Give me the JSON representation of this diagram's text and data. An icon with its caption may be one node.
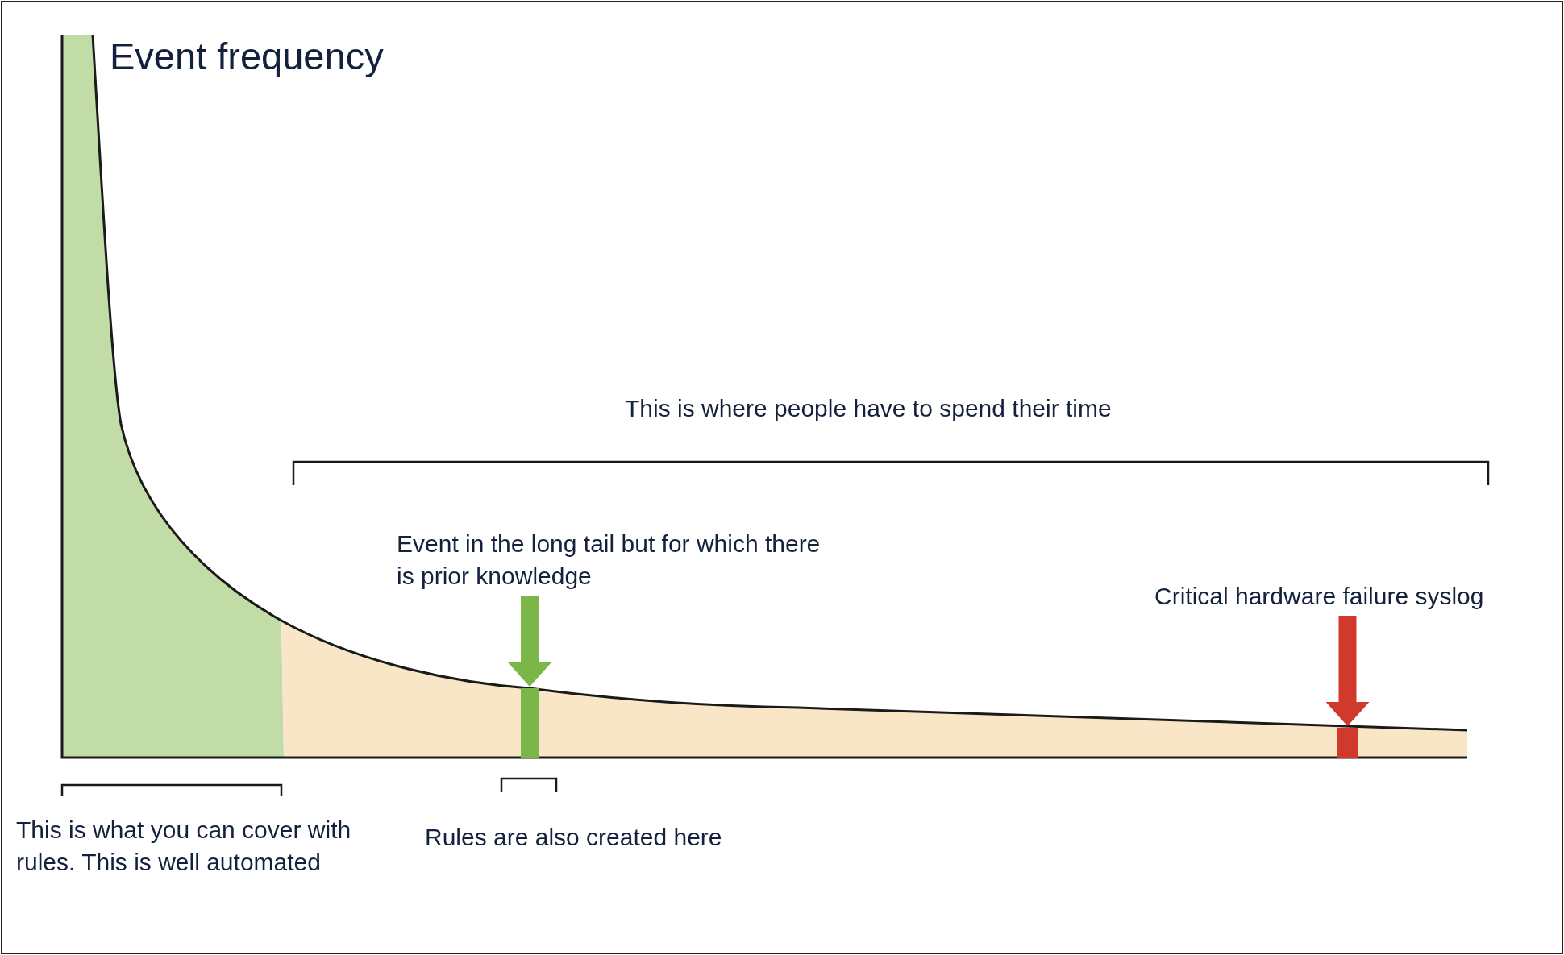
{
  "diagram": {
    "nodes": [
      {
        "text": [
          "Event in the long tail but for which there is prior knowledge"
        ]
      },
      {
        "text": [],
        "shape": "bar"
      },
      {
        "text": [
          "Critical hardware failure syslog"
        ]
      },
      {
        "text": [],
        "shape": "bar"
      }
    ],
    "edges": [
      {
        "from": 0,
        "to": 1,
        "arrow": "to",
        "color": "#7ab648"
      },
      {
        "from": 2,
        "to": 3,
        "arrow": "to",
        "color": "#d0392b"
      }
    ],
    "labels": [
      "Event frequency",
      "This is where people have to spend their time",
      "This is what you can cover with rules. This is well automated",
      "Rules are also created here"
    ]
  }
}
